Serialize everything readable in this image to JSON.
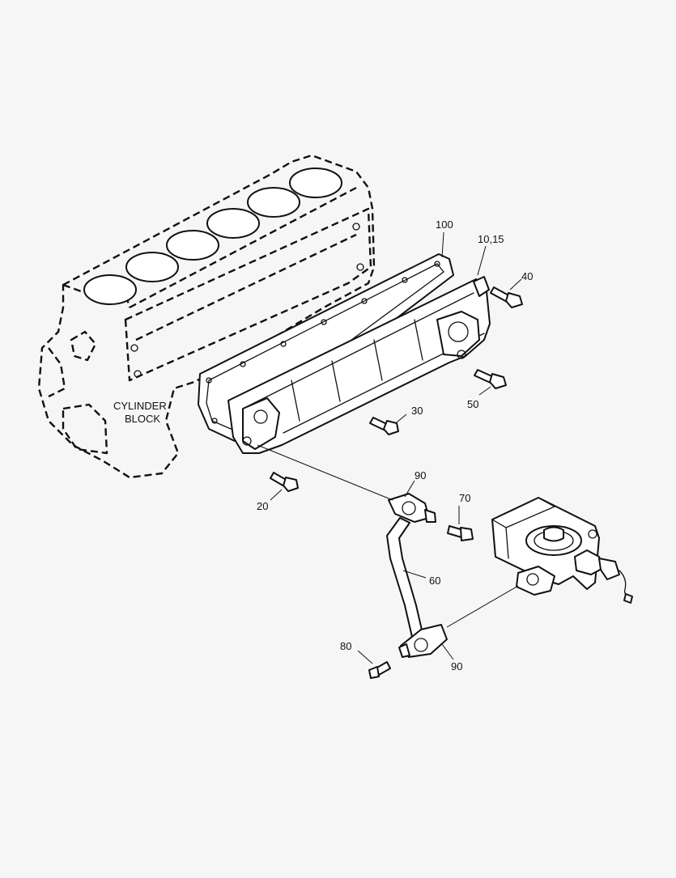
{
  "diagram": {
    "block_label_line1": "CYLINDER",
    "block_label_line2": "BLOCK",
    "callouts": {
      "gasket": "100",
      "cooler": "10,15",
      "bolt_top": "40",
      "bolt_side": "50",
      "bolt_center": "30",
      "bolt_low": "20",
      "clamp_upper": "90",
      "bolt_upper_clamp": "70",
      "tube": "60",
      "bolt_lower_clamp": "80",
      "clamp_lower": "90"
    }
  }
}
